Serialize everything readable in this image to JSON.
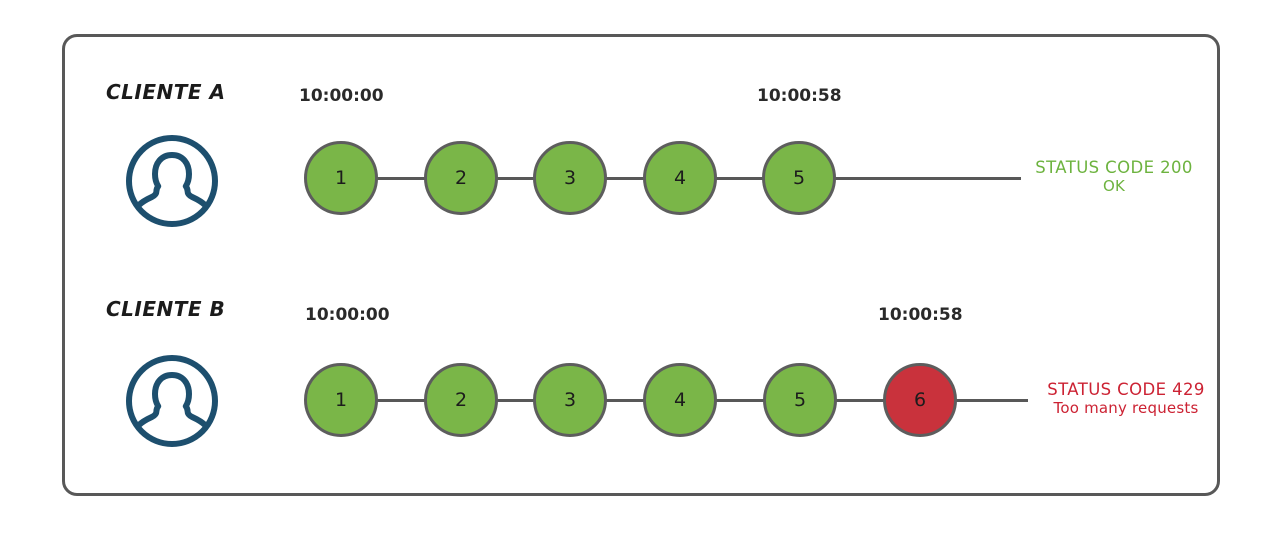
{
  "diagram": {
    "title_present": false,
    "colors": {
      "frame_stroke": "#585858",
      "node_green": "#7ab648",
      "node_red": "#c9323c",
      "node_stroke": "#5d5d5d",
      "avatar_blue": "#1d4f6e",
      "status_ok_green": "#6db33f",
      "status_error_red": "#cc2233",
      "text_dark": "#1b1b1b",
      "background": "#ffffff"
    },
    "rows": [
      {
        "id": "client-a",
        "label": "CLIENTE A",
        "avatar_icon": "user-avatar-icon",
        "start_time": "10:00:00",
        "end_time": "10:00:58",
        "nodes": [
          {
            "number": "1",
            "state": "ok"
          },
          {
            "number": "2",
            "state": "ok"
          },
          {
            "number": "3",
            "state": "ok"
          },
          {
            "number": "4",
            "state": "ok"
          },
          {
            "number": "5",
            "state": "ok"
          }
        ],
        "status": {
          "line1": "STATUS CODE 200",
          "line2": "OK",
          "state": "ok"
        }
      },
      {
        "id": "client-b",
        "label": "CLIENTE B",
        "avatar_icon": "user-avatar-icon",
        "start_time": "10:00:00",
        "end_time": "10:00:58",
        "nodes": [
          {
            "number": "1",
            "state": "ok"
          },
          {
            "number": "2",
            "state": "ok"
          },
          {
            "number": "3",
            "state": "ok"
          },
          {
            "number": "4",
            "state": "ok"
          },
          {
            "number": "5",
            "state": "ok"
          },
          {
            "number": "6",
            "state": "error"
          }
        ],
        "status": {
          "line1": "STATUS CODE 429",
          "line2": "Too many requests",
          "state": "error"
        }
      }
    ]
  }
}
